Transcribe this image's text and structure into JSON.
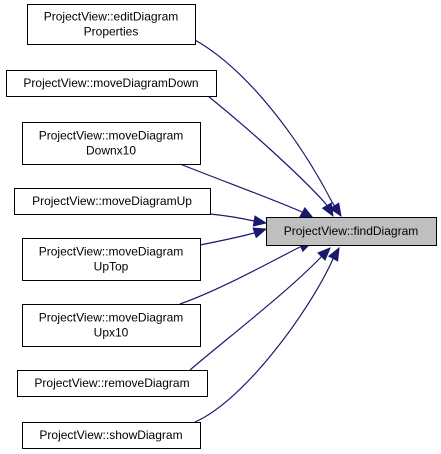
{
  "diagram": {
    "target": {
      "id": "findDiagram",
      "lines": [
        "ProjectView::findDiagram"
      ]
    },
    "callers": [
      {
        "id": "editDiagramProperties",
        "lines": [
          "ProjectView::editDiagram",
          "Properties"
        ]
      },
      {
        "id": "moveDiagramDown",
        "lines": [
          "ProjectView::moveDiagramDown"
        ]
      },
      {
        "id": "moveDiagramDownx10",
        "lines": [
          "ProjectView::moveDiagram",
          "Downx10"
        ]
      },
      {
        "id": "moveDiagramUp",
        "lines": [
          "ProjectView::moveDiagramUp"
        ]
      },
      {
        "id": "moveDiagramUpTop",
        "lines": [
          "ProjectView::moveDiagram",
          "UpTop"
        ]
      },
      {
        "id": "moveDiagramUpx10",
        "lines": [
          "ProjectView::moveDiagram",
          "Upx10"
        ]
      },
      {
        "id": "removeDiagram",
        "lines": [
          "ProjectView::removeDiagram"
        ]
      },
      {
        "id": "showDiagram",
        "lines": [
          "ProjectView::showDiagram"
        ]
      }
    ],
    "colors": {
      "edge": "#191970",
      "node_border": "#000000",
      "node_fill": "#ffffff",
      "target_fill": "#bfbfbf"
    }
  }
}
